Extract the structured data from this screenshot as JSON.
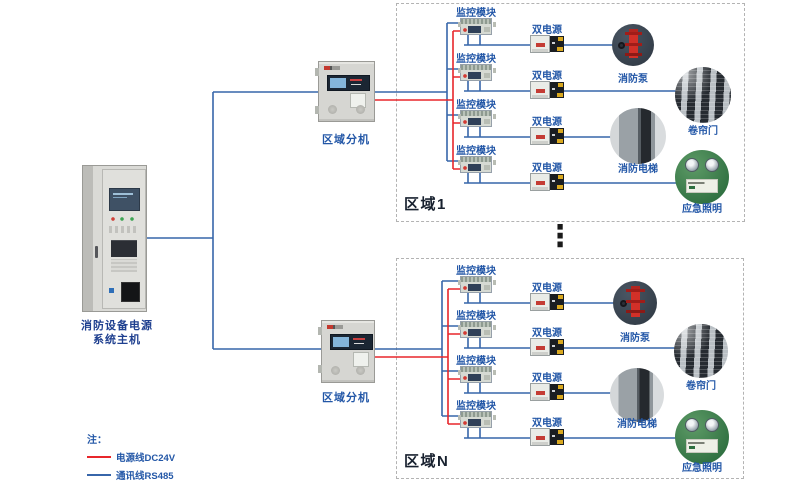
{
  "colors": {
    "wire_power": "#e8262b",
    "wire_comm": "#3766aa",
    "label_blue": "#2357a7",
    "zone_text": "#17202e",
    "host_text": "#1e3f8f"
  },
  "host": {
    "label_line1": "消防设备电源",
    "label_line2": "系统主机"
  },
  "subunits": [
    {
      "label": "区域分机"
    },
    {
      "label": "区域分机"
    }
  ],
  "zones": [
    {
      "name": "区域1",
      "rows": [
        {
          "module": "监控模块",
          "psu": "双电源",
          "device": "消防泵"
        },
        {
          "module": "监控模块",
          "psu": "双电源",
          "device": "卷帘门"
        },
        {
          "module": "监控模块",
          "psu": "双电源",
          "device": "消防电梯"
        },
        {
          "module": "监控模块",
          "psu": "双电源",
          "device": "应急照明"
        }
      ]
    },
    {
      "name": "区域N",
      "rows": [
        {
          "module": "监控模块",
          "psu": "双电源",
          "device": "消防泵"
        },
        {
          "module": "监控模块",
          "psu": "双电源",
          "device": "卷帘门"
        },
        {
          "module": "监控模块",
          "psu": "双电源",
          "device": "消防电梯"
        },
        {
          "module": "监控模块",
          "psu": "双电源",
          "device": "应急照明"
        }
      ]
    }
  ],
  "ellipsis": "⋮",
  "legend": {
    "title": "注：",
    "items": [
      {
        "label": "电源线DC24V",
        "color": "#e8262b"
      },
      {
        "label": "通讯线RS485",
        "color": "#3766aa"
      }
    ]
  }
}
